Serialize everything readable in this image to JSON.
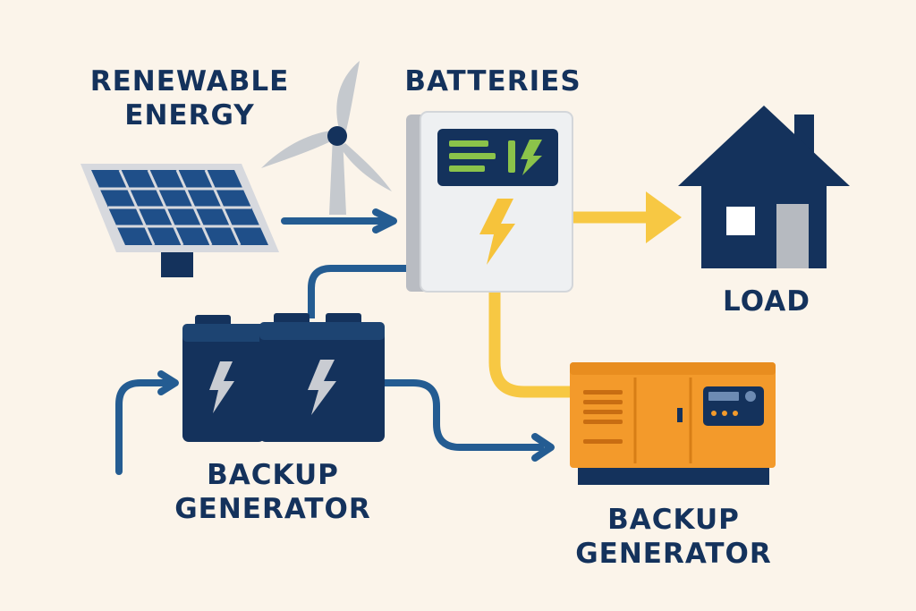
{
  "labels": {
    "renewable_line1": "RENEWABLE",
    "renewable_line2": "ENERGY",
    "batteries": "BATTERIES",
    "load": "LOAD",
    "backup_left_line1": "BACKUP",
    "backup_left_line2": "GENERATOR",
    "backup_right_line1": "BACKUP",
    "backup_right_line2": "GENERATOR"
  },
  "icons": {
    "solar": "solar-panel-icon",
    "wind": "wind-turbine-icon",
    "inverter": "battery-inverter-icon",
    "house": "house-icon",
    "batteries": "battery-bank-icon",
    "generator": "generator-icon"
  },
  "colors": {
    "background": "#fbf4ea",
    "navy": "#14325c",
    "blue_arrow": "#245c92",
    "yellow_arrow": "#f7c843",
    "green_indicator": "#8bc34a",
    "generator_orange": "#f39a2b"
  }
}
